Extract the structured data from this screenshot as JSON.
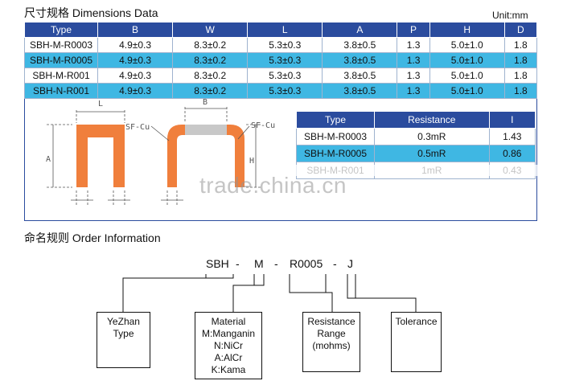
{
  "dimensions": {
    "title": "尺寸规格 Dimensions Data",
    "unit": "Unit:mm",
    "headers": [
      "Type",
      "B",
      "W",
      "L",
      "A",
      "P",
      "H",
      "D"
    ],
    "rows": [
      [
        "SBH-M-R0003",
        "4.9±0.3",
        "8.3±0.2",
        "5.3±0.3",
        "3.8±0.5",
        "1.3",
        "5.0±1.0",
        "1.8"
      ],
      [
        "SBH-M-R0005",
        "4.9±0.3",
        "8.3±0.2",
        "5.3±0.3",
        "3.8±0.5",
        "1.3",
        "5.0±1.0",
        "1.8"
      ],
      [
        "SBH-M-R001",
        "4.9±0.3",
        "8.3±0.2",
        "5.3±0.3",
        "3.8±0.5",
        "1.3",
        "5.0±1.0",
        "1.8"
      ],
      [
        "SBH-N-R001",
        "4.9±0.3",
        "8.3±0.2",
        "5.3±0.3",
        "3.8±0.5",
        "1.3",
        "5.0±1.0",
        "1.8"
      ]
    ]
  },
  "drawing": {
    "label_l": "L",
    "label_b": "B",
    "label_a": "A",
    "label_h": "H",
    "sfcu_1": "SF-Cu",
    "sfcu_2": "SF-Cu",
    "resistor_color": "#f07f3c",
    "element_color": "#c8c8c8"
  },
  "resistance": {
    "headers": [
      "Type",
      "Resistance",
      "I"
    ],
    "rows": [
      [
        "SBH-M-R0003",
        "0.3mR",
        "1.43"
      ],
      [
        "SBH-M-R0005",
        "0.5mR",
        "0.86"
      ],
      [
        "SBH-M-R001",
        "1mR",
        "0.43"
      ]
    ]
  },
  "watermark": "trade.china.cn",
  "order": {
    "title": "命名规则 Order Information",
    "code_parts": [
      "SBH",
      "-",
      "M",
      "-",
      "R0005",
      "-",
      "J"
    ],
    "boxes": {
      "type": [
        "YeZhan",
        "Type"
      ],
      "material": [
        "Material",
        "M:Manganin",
        "N:NiCr",
        "A:AlCr",
        "K:Kama"
      ],
      "range": [
        "Resistance",
        "Range",
        "(mohms)"
      ],
      "tolerance": [
        "Tolerance"
      ]
    }
  },
  "colors": {
    "header_blue": "#2b4c9e",
    "row_cyan": "#3fb7e3"
  }
}
